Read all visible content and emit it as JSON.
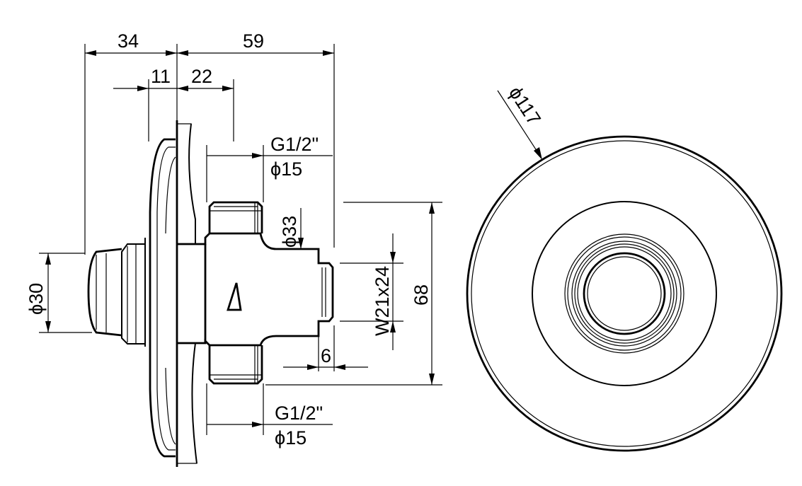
{
  "dimensions": {
    "overall_left": "34",
    "overall_right": "59",
    "offset_11": "11",
    "offset_22": "22",
    "thread_top": "G1/2\"",
    "dia_top": "ϕ15",
    "thread_bottom": "G1/2\"",
    "dia_bottom": "ϕ15",
    "dia_33": "ϕ33",
    "dia_30": "ϕ30",
    "outlet_thread": "W21x24",
    "height_68": "68",
    "length_6": "6",
    "plate_dia": "ϕ117"
  }
}
